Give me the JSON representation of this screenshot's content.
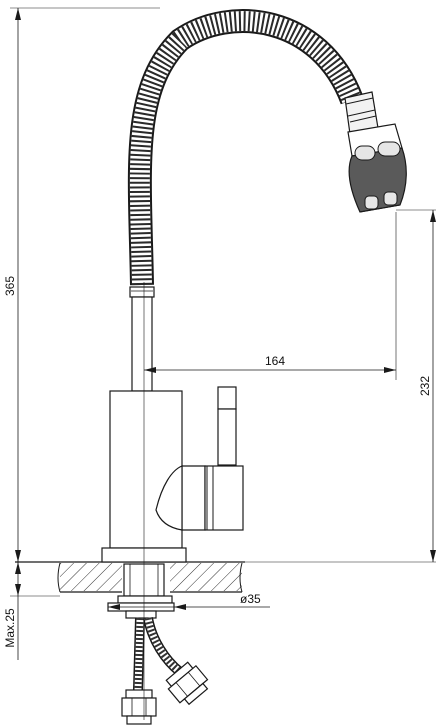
{
  "dimensions": {
    "total_height": "365",
    "spout_reach": "164",
    "spout_height": "232",
    "base_diameter": "ø35",
    "max_counter_thickness": "Max.25"
  },
  "colors": {
    "line": "#1a1a1a",
    "hatch": "#333333",
    "fill_dark": "#5a5a5a",
    "fill_light": "#e6e6e6"
  }
}
